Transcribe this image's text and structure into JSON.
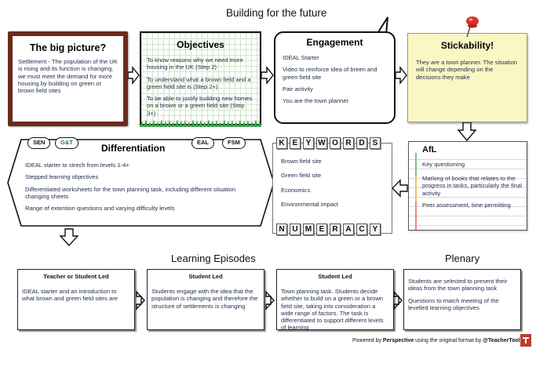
{
  "page": {
    "title": "Building for the future"
  },
  "big_picture": {
    "title": "The big picture?",
    "text": "Settlement - The population of the UK is rising and its function is changing, we must meet the demand for more housing by building on green or brown field sites"
  },
  "objectives": {
    "title": "Objectives",
    "items": [
      "To know reasons why we need more housing in the UK (Step 2)",
      "To understand what a brown field and a green field site is (Step 2+)",
      "To be able to justify building new homes on a brown or a green field site (Step 3+)"
    ]
  },
  "engagement": {
    "title": "Engagement",
    "items": [
      "IDEAL Starter",
      "Video to reinforce idea of breen and green field site",
      "Pair activity",
      "You are the town planner"
    ]
  },
  "stickability": {
    "title": "Stickability!",
    "text": "They are a town planner. The situation will change depending on the decisions they make"
  },
  "differentiation": {
    "title": "Differentiation",
    "tags": [
      "SEN",
      "G&T",
      "EAL",
      "FSM"
    ],
    "items": [
      "IDEAL starter to strech from levels 1-4+",
      "Stepped learning objectives",
      "Differentiated worksheets for the town planning task, including different situation changing sheets",
      "Range of extention questions and varying difficulty levels"
    ]
  },
  "keywords": {
    "title_letters": [
      "K",
      "E",
      "Y",
      "W",
      "O",
      "R",
      "D",
      "S"
    ],
    "items": [
      "Brown field site",
      "Green field site",
      "Economics",
      "Environmental impact"
    ],
    "numeracy_letters": [
      "N",
      "U",
      "M",
      "E",
      "R",
      "A",
      "C",
      "Y"
    ]
  },
  "afl": {
    "title": "AfL",
    "items": [
      "Key questioning",
      "Marking of books that relates to the progress in tasks, particularly the final activity",
      "Peer assessment, time permitting"
    ],
    "margin_colors": [
      "#7fc08a",
      "#f0c36a",
      "#e58a8a"
    ]
  },
  "learning_episodes": {
    "title": "Learning Episodes",
    "boxes": [
      {
        "heading": "Teacher or Student Led",
        "text": "IDEAL starter and an introduction to what brown and green field sites are"
      },
      {
        "heading": "Student Led",
        "text": "Students engage with the idea that the population is changing and therefore the structure of settlements is changing"
      },
      {
        "heading": "Student Led",
        "text": "Town planning task. Students decide whether to build on a green or a brown field site, taking into consideration a wide range of factors. The task is differentiated to support different levels of learning"
      }
    ]
  },
  "plenary": {
    "title": "Plenary",
    "items": [
      "Students are selected to present their ideas from the town planning task",
      "Questions to match meeting of the levelled learning objectives"
    ]
  },
  "footer": {
    "prefix": "Powered by ",
    "brand": "Perspective",
    "middle": " using the original format by ",
    "handle": "@TeacherToolkit"
  },
  "colors": {
    "bigpic_frame": "#6b2a1c",
    "arrow": "#111111",
    "gt_tag": "#2e7d4f",
    "logo": "#c0392b"
  }
}
